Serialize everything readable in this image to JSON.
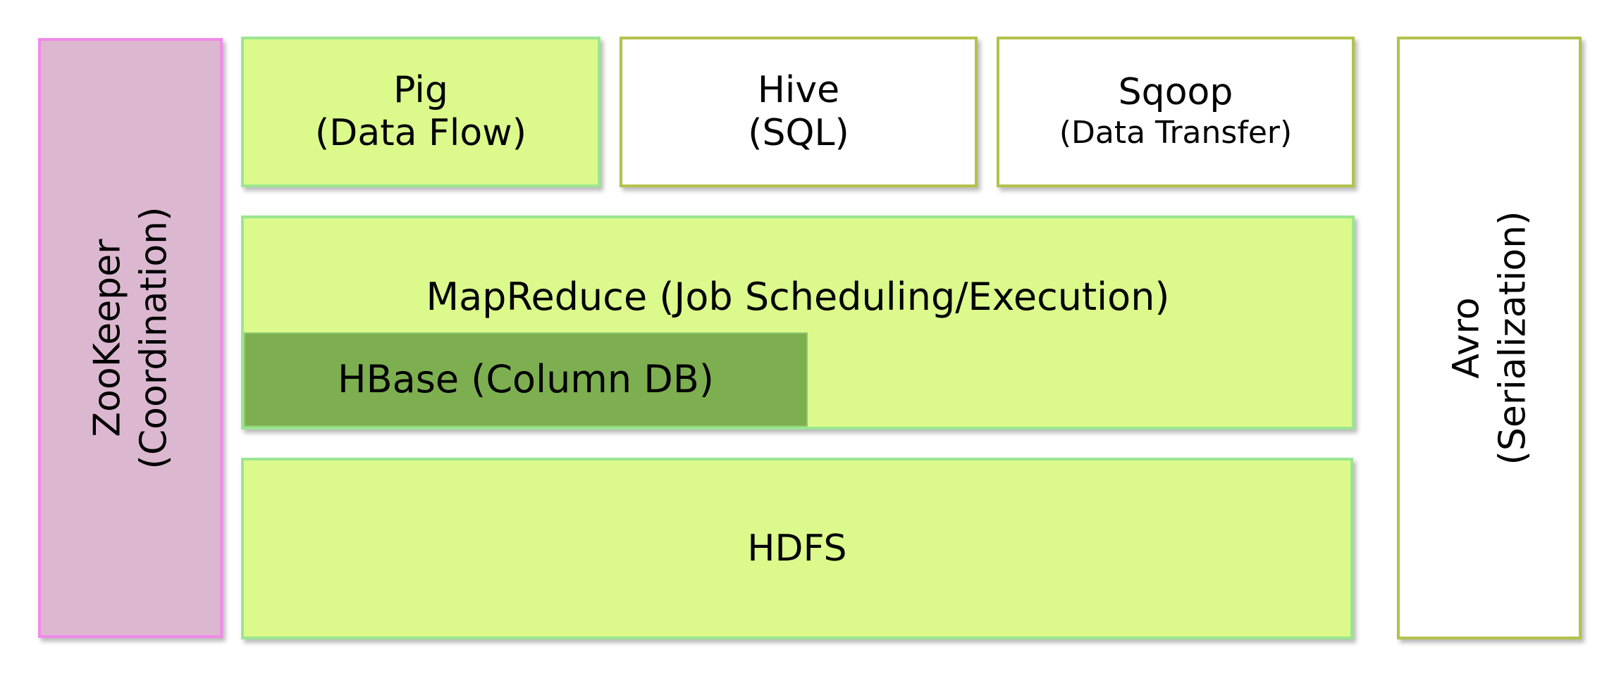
{
  "diagram": {
    "zookeeper": {
      "name": "ZooKeeper",
      "role": "(Coordination)"
    },
    "pig": {
      "name": "Pig",
      "role": "(Data Flow)"
    },
    "hive": {
      "name": "Hive",
      "role": "(SQL)"
    },
    "sqoop": {
      "name": "Sqoop",
      "role": "(Data Transfer)"
    },
    "avro": {
      "name": "Avro",
      "role": "(Serialization)"
    },
    "mapreduce": {
      "label": "MapReduce (Job Scheduling/Execution)"
    },
    "hbase": {
      "label": "HBase (Column DB)"
    },
    "hdfs": {
      "label": "HDFS"
    }
  },
  "colors": {
    "lime_fill": "#dcfa8c",
    "lime_border": "#9ae690",
    "olive_border": "#b4c24a",
    "pink_fill": "#dcb8d0",
    "pink_border": "#f08ae8",
    "hbase_fill": "#7daf50"
  }
}
